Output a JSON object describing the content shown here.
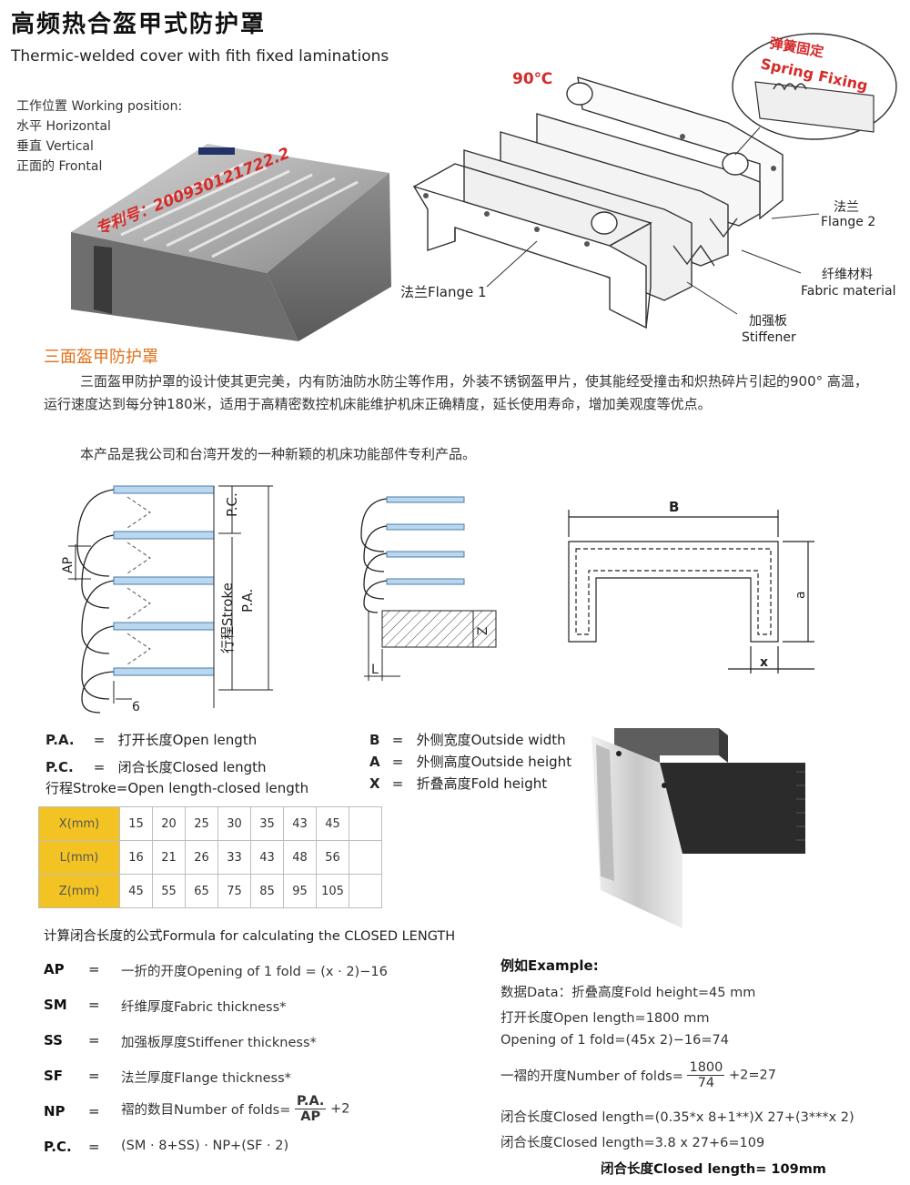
{
  "header": {
    "title_cn": "高频热合盔甲式防护罩",
    "title_en": "Thermic-welded cover with fith fixed laminations"
  },
  "working_position": {
    "label": "工作位置 Working position:",
    "items": [
      "水平 Horizontal",
      "垂直 Vertical",
      "正面的 Frontal"
    ]
  },
  "photo": {
    "patent_text": "专利号：200930121722.2"
  },
  "exploded_view": {
    "temperature": "90℃",
    "spring_cn": "弹簧固定",
    "spring_en": "Spring Fixing",
    "flange1": "法兰Flange 1",
    "flange2_cn": "法兰",
    "flange2_en": "Flange 2",
    "fabric_cn": "纤维材料",
    "fabric_en": "Fabric material",
    "stiffener_cn": "加强板",
    "stiffener_en": "Stiffener"
  },
  "section": {
    "title": "三面盔甲防护罩",
    "para1": "三面盔甲防护罩的设计使其更完美，内有防油防水防尘等作用，外装不锈钢盔甲片，使其能经受撞击和炽热碎片引起的900° 高温，运行速度达到每分钟180米，适用于高精密数控机床能维护机床正确精度，延长使用寿命，增加美观度等优点。",
    "para2": "本产品是我公司和台湾开发的一种新颖的机床功能部件专利产品。"
  },
  "diagrams": {
    "pc": "P.C.",
    "pa": "P.A.",
    "stroke": "行程Stroke",
    "ap": "AP",
    "six": "6",
    "z": "Z",
    "l": "L",
    "b": "B",
    "a": "a",
    "x": "x"
  },
  "legend_left": [
    {
      "key": "P.A.",
      "eq": "=",
      "text": "打开长度Open length"
    },
    {
      "key": "P.C.",
      "eq": "=",
      "text": "闭合长度Closed length"
    }
  ],
  "legend_stroke": "行程Stroke=Open length-closed length",
  "legend_right": [
    {
      "key": "B",
      "eq": "=",
      "text": "外侧宽度Outside width"
    },
    {
      "key": "A",
      "eq": "=",
      "text": "外侧高度Outside height"
    },
    {
      "key": "X",
      "eq": "=",
      "text": "折叠高度Fold height"
    }
  ],
  "spec_table": {
    "rows": [
      {
        "header": "X(mm)",
        "values": [
          "15",
          "20",
          "25",
          "30",
          "35",
          "43",
          "45"
        ]
      },
      {
        "header": "L(mm)",
        "values": [
          "16",
          "21",
          "26",
          "33",
          "43",
          "48",
          "56"
        ]
      },
      {
        "header": "Z(mm)",
        "values": [
          "45",
          "55",
          "65",
          "75",
          "85",
          "95",
          "105"
        ]
      }
    ]
  },
  "formula": {
    "title": "计算闭合长度的公式Formula for calculating the CLOSED LENGTH",
    "rows": [
      {
        "key": "AP",
        "eq": "=",
        "text": "一折的开度Opening of 1 fold = (x · 2)−16"
      },
      {
        "key": "SM",
        "eq": "=",
        "text": "纤维厚度Fabric thickness*"
      },
      {
        "key": "SS",
        "eq": "=",
        "text": "加强板厚度Stiffener thickness*"
      },
      {
        "key": "SF",
        "eq": "=",
        "text": "法兰厚度Flange thickness*"
      },
      {
        "key": "NP",
        "eq": "=",
        "text": "褶的数目Number  of folds=",
        "num": "P.A.",
        "den": "AP",
        "tail": "+2"
      },
      {
        "key": "P.C.",
        "eq": "=",
        "text": "(SM · 8+SS) · NP+(SF · 2)"
      }
    ]
  },
  "example": {
    "title": "例如Example:",
    "line1": "数据Data：折叠高度Fold height=45 mm",
    "line2": "打开长度Open length=1800 mm",
    "line3": "Opening of 1 fold=(45x 2)−16=74",
    "line4_prefix": "一褶的开度Number of folds=",
    "line4_num": "1800",
    "line4_den": "74",
    "line4_suffix": "+2=27",
    "line5": "闭合长度Closed length=(0.35*x 8+1**)X 27+(3***x 2)",
    "line6": "闭合长度Closed length=3.8 x 27+6=109",
    "line7": "闭合长度Closed length= 109mm"
  }
}
